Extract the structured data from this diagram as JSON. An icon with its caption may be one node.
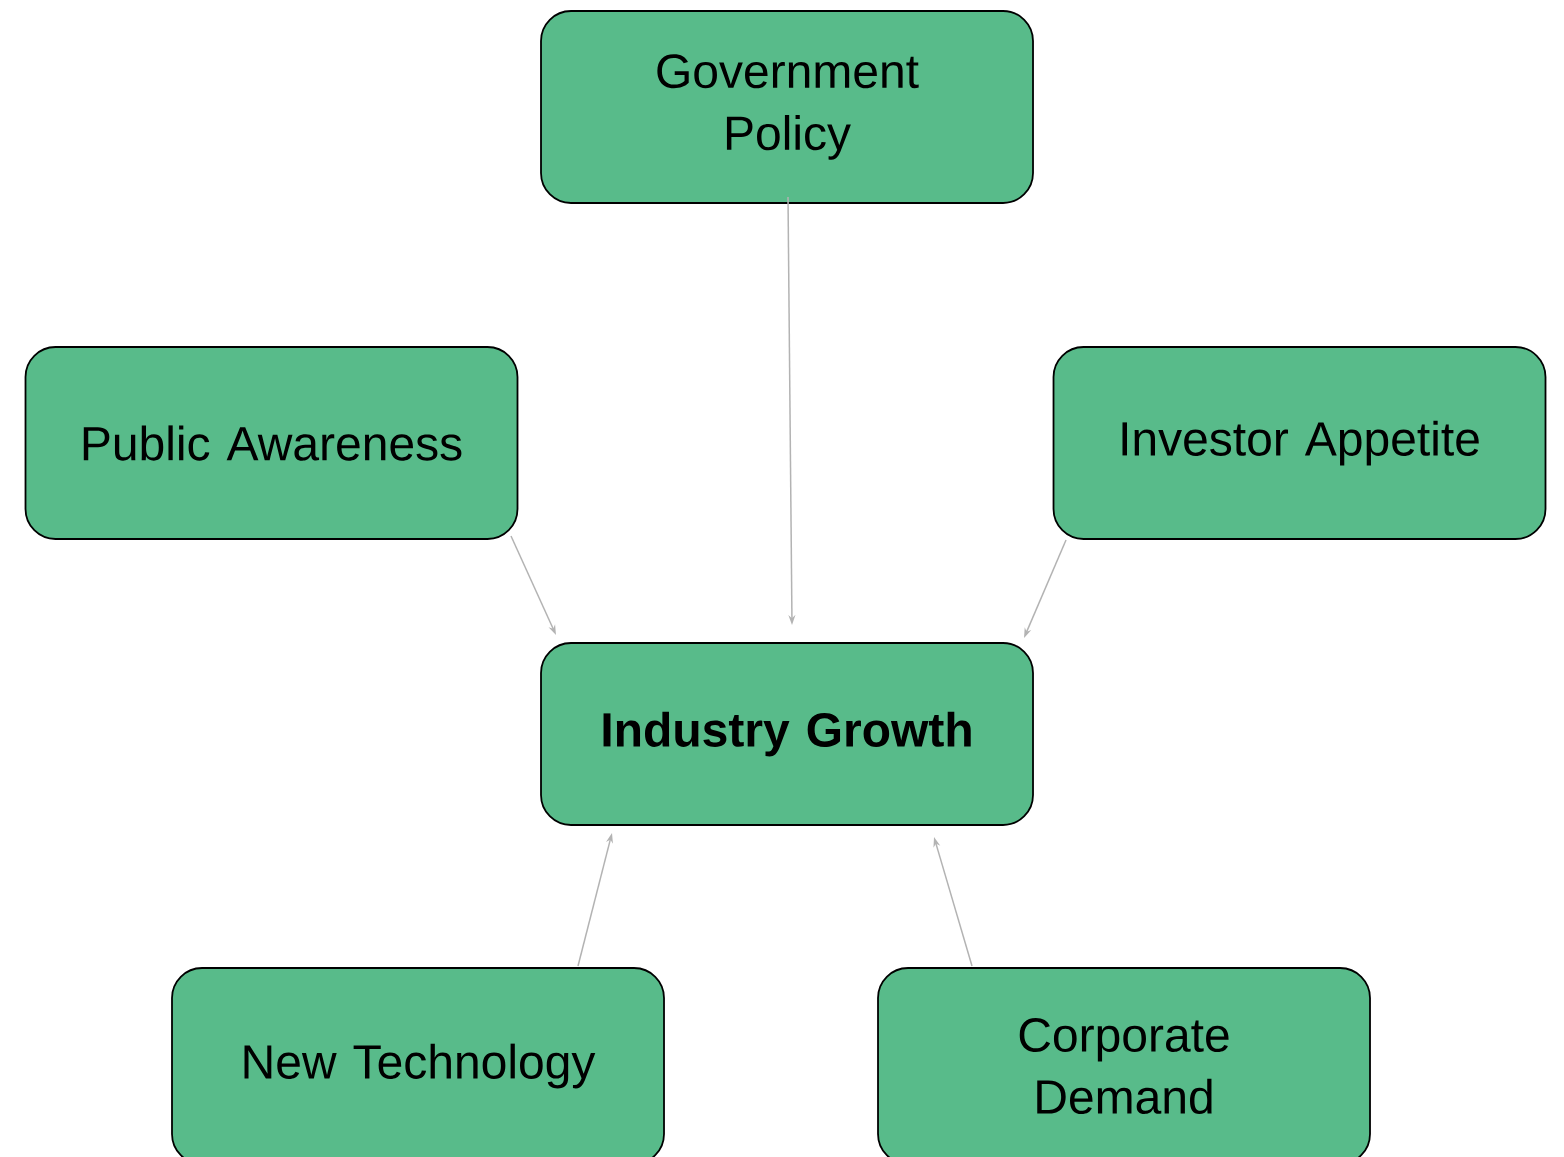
{
  "diagram": {
    "nodes": [
      {
        "text": [
          "Government Policy"
        ]
      },
      {
        "text": [
          "Public Awareness"
        ]
      },
      {
        "text": [
          "Investor Appetite"
        ]
      },
      {
        "text": [
          "Industry Growth"
        ]
      },
      {
        "text": [
          "New Technology"
        ]
      },
      {
        "text": [
          "Corporate Demand"
        ]
      }
    ],
    "edges": [
      {
        "from": 0,
        "to": 3,
        "arrow": "to"
      },
      {
        "from": 1,
        "to": 3,
        "arrow": "to"
      },
      {
        "from": 2,
        "to": 3,
        "arrow": "to"
      },
      {
        "from": 4,
        "to": 3,
        "arrow": "to"
      },
      {
        "from": 5,
        "to": 3,
        "arrow": "to"
      }
    ]
  }
}
